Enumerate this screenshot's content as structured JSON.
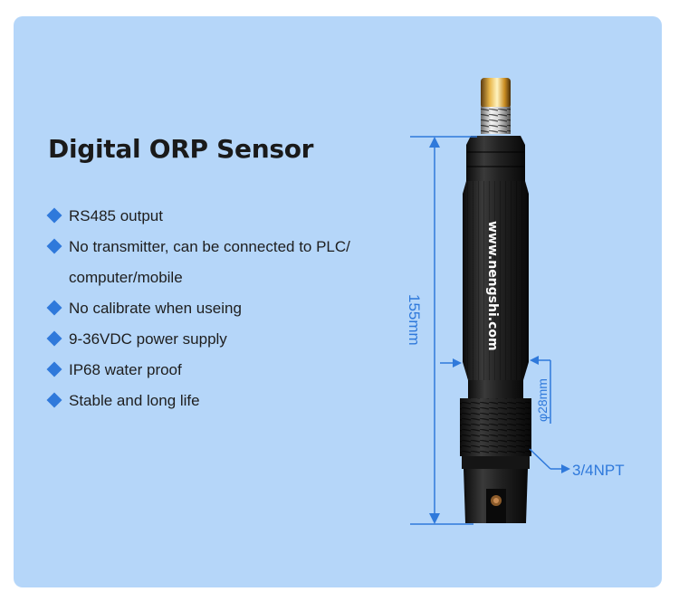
{
  "title": "Digital ORP Sensor",
  "features": [
    {
      "lines": [
        "RS485 output"
      ]
    },
    {
      "lines": [
        "No transmitter, can be connected to PLC/",
        "computer/mobile"
      ]
    },
    {
      "lines": [
        "No calibrate when useing"
      ]
    },
    {
      "lines": [
        "9-36VDC power supply"
      ]
    },
    {
      "lines": [
        "IP68 water proof"
      ]
    },
    {
      "lines": [
        "Stable and long life"
      ]
    }
  ],
  "sensor": {
    "brand_text": "www.nengshi.com",
    "length_label": "155mm",
    "diameter_label": "φ28mm",
    "thread_label": "3/4NPT"
  },
  "colors": {
    "background": "#b5d6f9",
    "accent": "#2f79db",
    "text": "#1e1e1e",
    "sensor_body": "#1c1c1c"
  }
}
